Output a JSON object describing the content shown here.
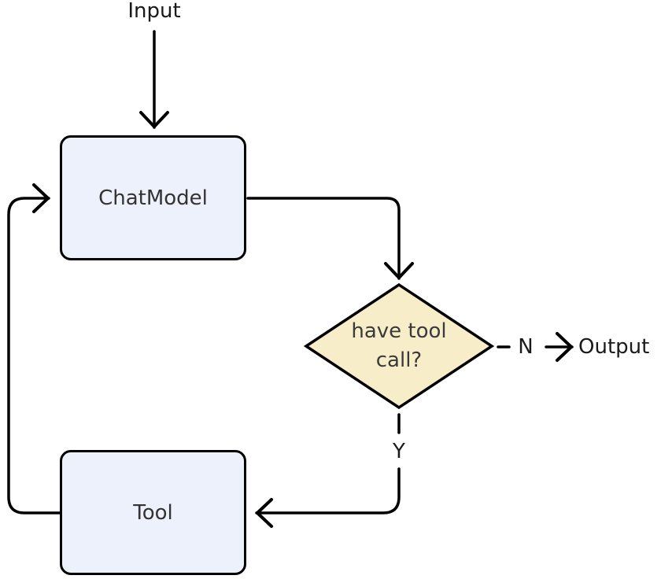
{
  "diagram": {
    "background": "#ffffff",
    "colors": {
      "process_fill": "#edf1fb",
      "process_border": "#000000",
      "decision_fill": "#f7edc9",
      "decision_border": "#000000",
      "edge": "#000000",
      "node_text": "#333333",
      "label_text": "#1a1a1a"
    },
    "nodes": {
      "input": {
        "label": "Input",
        "type": "text"
      },
      "chat_model": {
        "label": "ChatModel",
        "type": "process"
      },
      "decision": {
        "label": "have tool\ncall?",
        "type": "decision"
      },
      "tool": {
        "label": "Tool",
        "type": "process"
      },
      "output": {
        "label": "Output",
        "type": "text"
      }
    },
    "edges": {
      "input_to_chatmodel": {
        "from": "Input",
        "to": "ChatModel",
        "style": "solid"
      },
      "chatmodel_to_decision": {
        "from": "ChatModel",
        "to": "have tool call?",
        "style": "solid"
      },
      "decision_no": {
        "label": "N",
        "from": "have tool call?",
        "to": "Output",
        "style": "dashed"
      },
      "decision_yes": {
        "label": "Y",
        "from": "have tool call?",
        "to": "Tool",
        "style": "dashed"
      },
      "tool_to_chatmodel": {
        "from": "Tool",
        "to": "ChatModel",
        "style": "solid"
      }
    }
  }
}
